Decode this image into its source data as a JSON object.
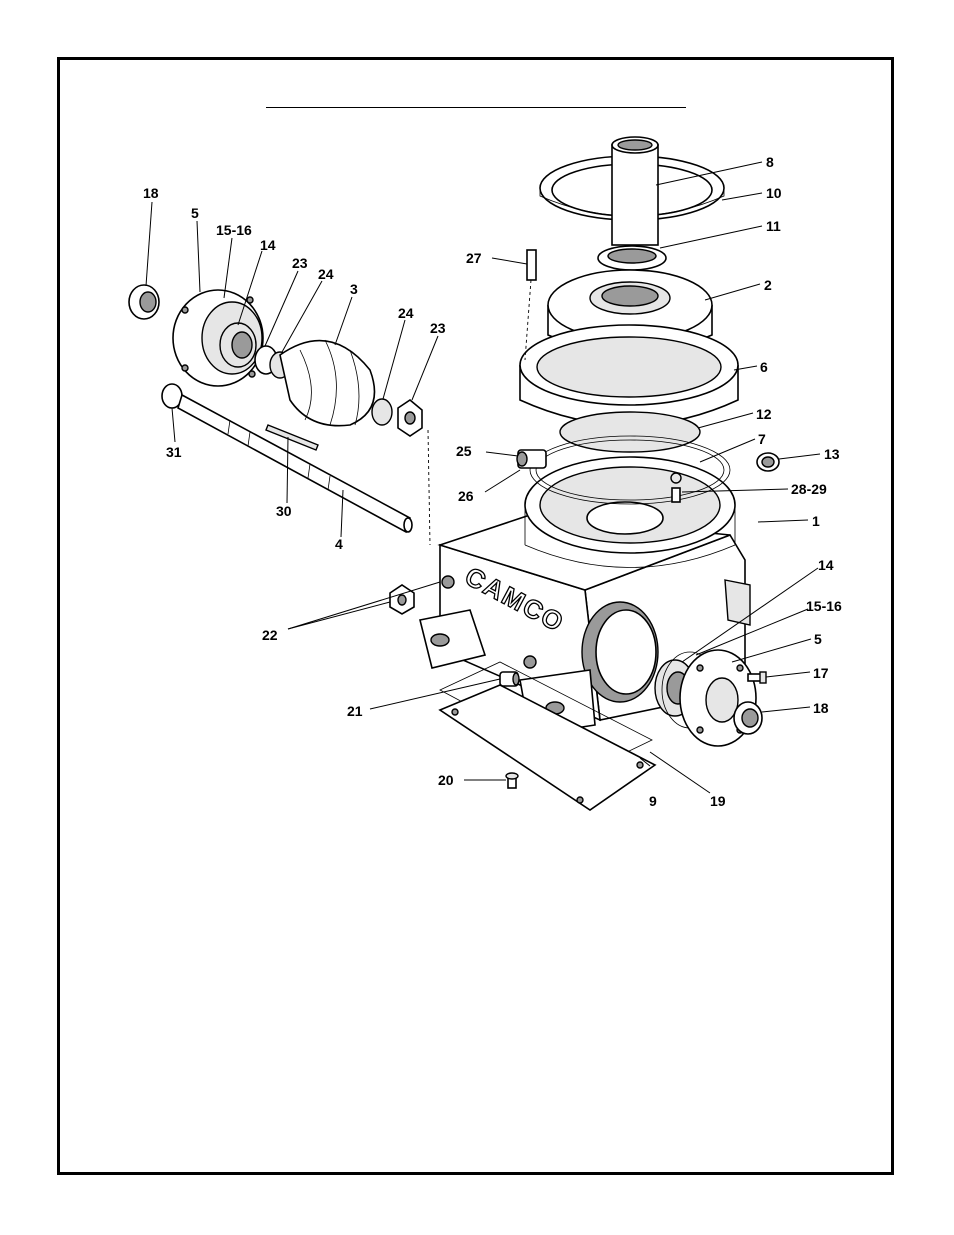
{
  "brand_logo": "CAMCO",
  "callouts": {
    "c1": "1",
    "c2": "2",
    "c3": "3",
    "c4": "4",
    "c5a": "5",
    "c5b": "5",
    "c6": "6",
    "c7": "7",
    "c8": "8",
    "c9": "9",
    "c10": "10",
    "c11": "11",
    "c12": "12",
    "c13": "13",
    "c14a": "14",
    "c14b": "14",
    "c15a": "15-16",
    "c15b": "15-16",
    "c17": "17",
    "c18a": "18",
    "c18b": "18",
    "c19": "19",
    "c20": "20",
    "c21": "21",
    "c22": "22",
    "c23a": "23",
    "c23b": "23",
    "c24a": "24",
    "c24b": "24",
    "c25": "25",
    "c26": "26",
    "c27": "27",
    "c28": "28-29",
    "c30": "30",
    "c31": "31"
  }
}
